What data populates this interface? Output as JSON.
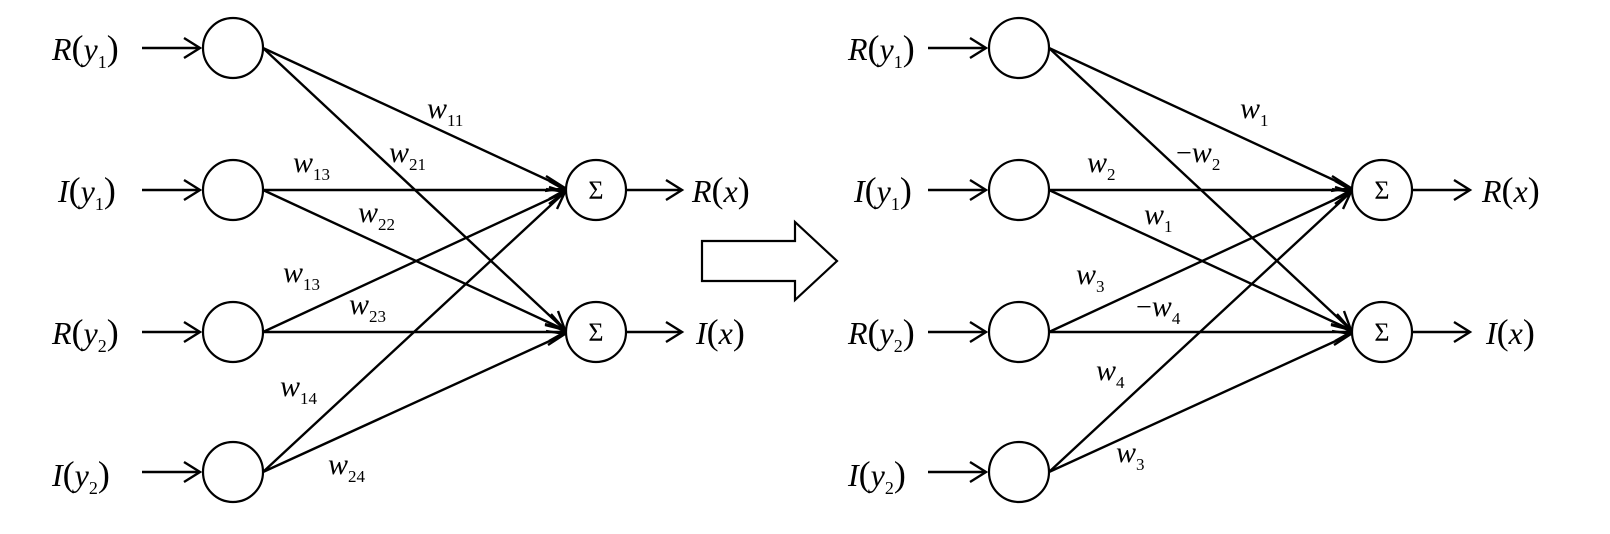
{
  "networks": [
    {
      "inputs": [
        {
          "name": "R",
          "arg": "y",
          "sub": "1"
        },
        {
          "name": "I",
          "arg": "y",
          "sub": "1"
        },
        {
          "name": "R",
          "arg": "y",
          "sub": "2"
        },
        {
          "name": "I",
          "arg": "y",
          "sub": "2"
        }
      ],
      "sum_symbol": "Σ",
      "outputs": [
        {
          "name": "R",
          "arg": "x"
        },
        {
          "name": "I",
          "arg": "x"
        }
      ],
      "weights": [
        {
          "sign": "",
          "w": "w",
          "sub": "11"
        },
        {
          "sign": "",
          "w": "w",
          "sub": "21"
        },
        {
          "sign": "",
          "w": "w",
          "sub": "13"
        },
        {
          "sign": "",
          "w": "w",
          "sub": "22"
        },
        {
          "sign": "",
          "w": "w",
          "sub": "13"
        },
        {
          "sign": "",
          "w": "w",
          "sub": "23"
        },
        {
          "sign": "",
          "w": "w",
          "sub": "14"
        },
        {
          "sign": "",
          "w": "w",
          "sub": "24"
        }
      ]
    },
    {
      "inputs": [
        {
          "name": "R",
          "arg": "y",
          "sub": "1"
        },
        {
          "name": "I",
          "arg": "y",
          "sub": "1"
        },
        {
          "name": "R",
          "arg": "y",
          "sub": "2"
        },
        {
          "name": "I",
          "arg": "y",
          "sub": "2"
        }
      ],
      "sum_symbol": "Σ",
      "outputs": [
        {
          "name": "R",
          "arg": "x"
        },
        {
          "name": "I",
          "arg": "x"
        }
      ],
      "weights": [
        {
          "sign": "",
          "w": "w",
          "sub": "1"
        },
        {
          "sign": "−",
          "w": "w",
          "sub": "2"
        },
        {
          "sign": "",
          "w": "w",
          "sub": "2"
        },
        {
          "sign": "",
          "w": "w",
          "sub": "1"
        },
        {
          "sign": "",
          "w": "w",
          "sub": "3"
        },
        {
          "sign": "−",
          "w": "w",
          "sub": "4"
        },
        {
          "sign": "",
          "w": "w",
          "sub": "4"
        },
        {
          "sign": "",
          "w": "w",
          "sub": "3"
        }
      ]
    }
  ],
  "colors": {
    "stroke": "#000000",
    "background": "#ffffff"
  }
}
